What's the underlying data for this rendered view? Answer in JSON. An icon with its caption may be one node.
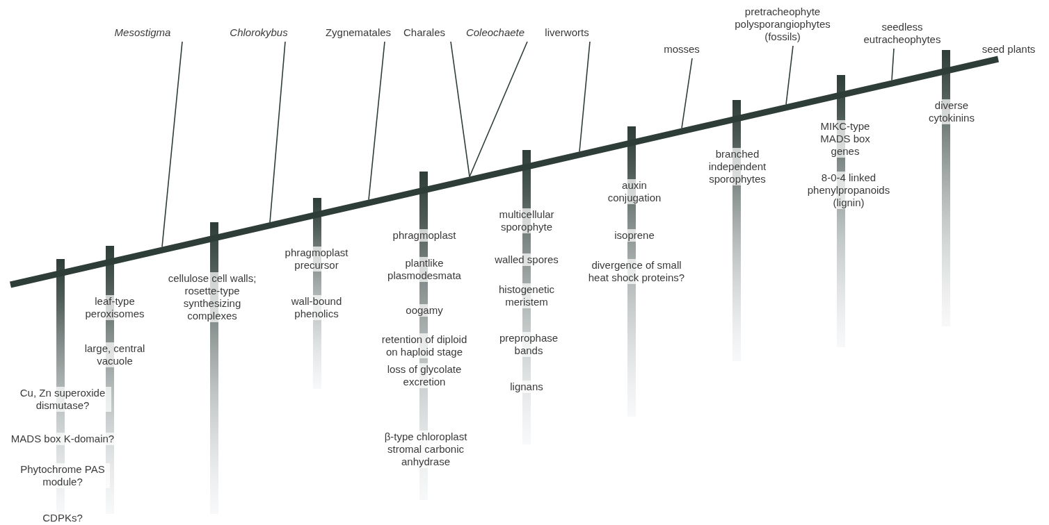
{
  "diagram": {
    "nodes": [
      {
        "text": [],
        "shape": "bar"
      },
      {
        "text": [
          "Mesostigma"
        ]
      },
      {
        "text": [
          "Chlorokybus"
        ]
      },
      {
        "text": [
          "Zygnematales"
        ]
      },
      {
        "text": [
          "Charales"
        ]
      },
      {
        "text": [
          "Coleochaete"
        ]
      },
      {
        "text": [
          "liverworts"
        ]
      },
      {
        "text": [
          "mosses"
        ]
      },
      {
        "text": [
          "pretracheophyte polysporangiophytes (fossils)"
        ]
      },
      {
        "text": [
          "seedless eutracheophytes"
        ]
      }
    ],
    "edges": [
      {
        "from": 1,
        "to": 0,
        "arrow": "none"
      },
      {
        "from": 2,
        "to": 0,
        "arrow": "none"
      },
      {
        "from": 3,
        "to": 0,
        "arrow": "none"
      },
      {
        "from": 4,
        "to": 0,
        "arrow": "none"
      },
      {
        "from": 5,
        "to": 0,
        "arrow": "none"
      },
      {
        "from": 6,
        "to": 0,
        "arrow": "none"
      },
      {
        "from": 7,
        "to": 0,
        "arrow": "none"
      },
      {
        "from": 8,
        "to": 0,
        "arrow": "none"
      },
      {
        "from": 9,
        "to": 0,
        "arrow": "none"
      }
    ],
    "labels": [
      "seed plants",
      "Cu, Zn superoxide dismutase?",
      "MADS box K-domain?",
      "Phytochrome PAS module?",
      "CDPKs?",
      "leaf-type peroxisomes",
      "large, central vacuole",
      "cellulose cell walls; rosette-type synthesizing complexes",
      "phragmoplast precursor",
      "wall-bound phenolics",
      "phragmoplast",
      "plantlike plasmodesmata",
      "oogamy",
      "retention of diploid on haploid stage",
      "loss of glycolate excretion",
      "β-type chloroplast stromal carbonic anhydrase",
      "multicellular sporophyte",
      "walled spores",
      "histogenetic meristem",
      "preprophase bands",
      "lignans",
      "auxin conjugation",
      "isoprene",
      "divergence of small heat shock proteins?",
      "branched independent sporophytes",
      "MIKC-type MADS box genes",
      "8-0-4 linked phenylpropanoids (lignin)",
      "diverse cytokinins"
    ]
  }
}
